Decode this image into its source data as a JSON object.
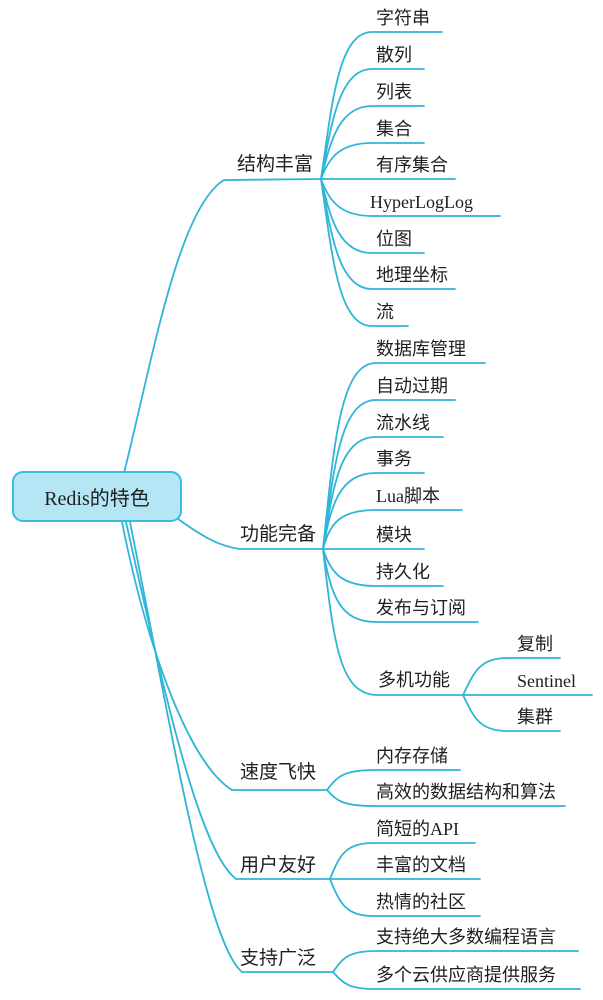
{
  "root": {
    "label": "Redis的特色"
  },
  "branches": [
    {
      "label": "结构丰富",
      "children": [
        {
          "label": "字符串"
        },
        {
          "label": "散列"
        },
        {
          "label": "列表"
        },
        {
          "label": "集合"
        },
        {
          "label": "有序集合"
        },
        {
          "label": "HyperLogLog"
        },
        {
          "label": "位图"
        },
        {
          "label": "地理坐标"
        },
        {
          "label": "流"
        }
      ]
    },
    {
      "label": "功能完备",
      "children": [
        {
          "label": "数据库管理"
        },
        {
          "label": "自动过期"
        },
        {
          "label": "流水线"
        },
        {
          "label": "事务"
        },
        {
          "label": "Lua脚本"
        },
        {
          "label": "模块"
        },
        {
          "label": "持久化"
        },
        {
          "label": "发布与订阅"
        },
        {
          "label": "多机功能",
          "children": [
            {
              "label": "复制"
            },
            {
              "label": "Sentinel"
            },
            {
              "label": "集群"
            }
          ]
        }
      ]
    },
    {
      "label": "速度飞快",
      "children": [
        {
          "label": "内存存储"
        },
        {
          "label": "高效的数据结构和算法"
        }
      ]
    },
    {
      "label": "用户友好",
      "children": [
        {
          "label": "简短的API"
        },
        {
          "label": "丰富的文档"
        },
        {
          "label": "热情的社区"
        }
      ]
    },
    {
      "label": "支持广泛",
      "children": [
        {
          "label": "支持绝大多数编程语言"
        },
        {
          "label": "多个云供应商提供服务"
        }
      ]
    }
  ],
  "colors": {
    "line": "#2fb5d8",
    "node_fill": "#b5e6f5",
    "node_border": "#3bbbdd",
    "text": "#1f1f1f"
  }
}
